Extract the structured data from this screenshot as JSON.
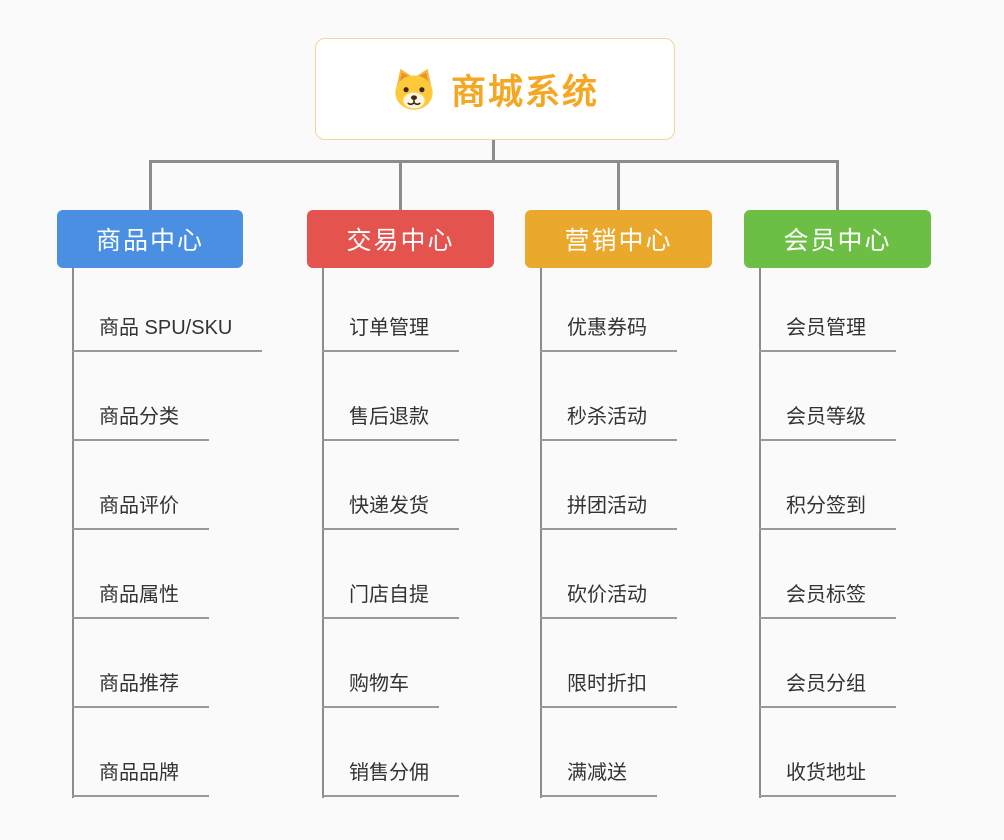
{
  "root": {
    "title": "商城系统",
    "accent_color": "#F5A623",
    "border_color": "#F3D49C",
    "icon": "dog-icon"
  },
  "connector_color": "#8C8C8C",
  "underline_color": "#999999",
  "branches": [
    {
      "title": "商品中心",
      "color": "#4A8FE2",
      "items": [
        "商品 SPU/SKU",
        "商品分类",
        "商品评价",
        "商品属性",
        "商品推荐",
        "商品品牌"
      ]
    },
    {
      "title": "交易中心",
      "color": "#E5534F",
      "items": [
        "订单管理",
        "售后退款",
        "快递发货",
        "门店自提",
        "购物车",
        "销售分佣"
      ]
    },
    {
      "title": "营销中心",
      "color": "#EAA92C",
      "items": [
        "优惠券码",
        "秒杀活动",
        "拼团活动",
        "砍价活动",
        "限时折扣",
        "满减送"
      ]
    },
    {
      "title": "会员中心",
      "color": "#6CBE45",
      "items": [
        "会员管理",
        "会员等级",
        "积分签到",
        "会员标签",
        "会员分组",
        "收货地址"
      ]
    }
  ]
}
